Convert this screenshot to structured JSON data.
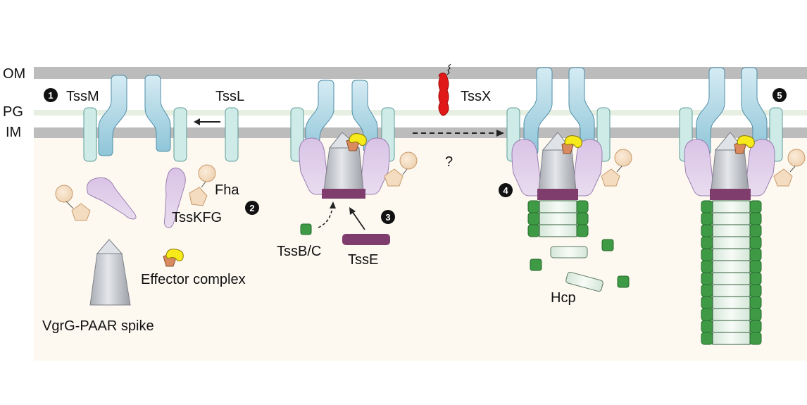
{
  "figure": {
    "title": "Type VI secretion system assembly model",
    "membrane_labels": {
      "outer_membrane": "OM",
      "peptidoglycan": "PG",
      "inner_membrane": "IM"
    },
    "step_numbers": [
      "1",
      "2",
      "3",
      "4",
      "5"
    ],
    "labels": {
      "tssm": "TssM",
      "tssl": "TssL",
      "fha": "Fha",
      "tsskfg": "TssKFG",
      "effector_complex": "Effector complex",
      "vgrg_paar": "VgrG-PAAR spike",
      "tssbc": "TssB/C",
      "tsse": "TssE",
      "tssx": "TssX",
      "question": "?",
      "hcp": "Hcp"
    },
    "colors": {
      "membrane": "#bcbcbc",
      "peptidoglycan": "#e6efe2",
      "cytoplasm": "#fdf9f1",
      "tssm": "#a9d3e2",
      "tssl": "#cfebe7",
      "baseplate": "#ddc8e8",
      "fha": "#f4dcc0",
      "spike": "#c7c9cf",
      "effector_yellow": "#f7ea1a",
      "effector_brown": "#d98a5e",
      "tsse": "#7f3d6d",
      "sheath": "#3f9a46",
      "hcp": "#e8f2ea",
      "tssx": "#e01818"
    },
    "sheath_rings": {
      "stage4": 3,
      "stage5": 12
    }
  }
}
